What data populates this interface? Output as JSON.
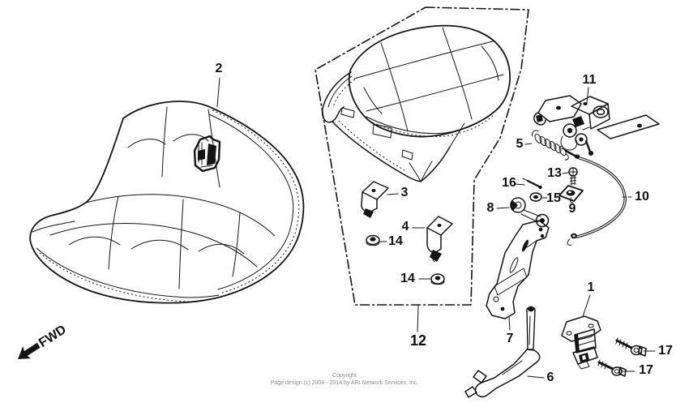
{
  "diagram": {
    "fwd_label": "FWD",
    "ink_color": "#141414",
    "parts": [
      {
        "num": "2"
      },
      {
        "num": "11"
      },
      {
        "num": "5"
      },
      {
        "num": "3"
      },
      {
        "num": "16"
      },
      {
        "num": "13"
      },
      {
        "num": "15"
      },
      {
        "num": "9"
      },
      {
        "num": "8"
      },
      {
        "num": "10"
      },
      {
        "num": "4"
      },
      {
        "num": "14"
      },
      {
        "num": "14"
      },
      {
        "num": "12"
      },
      {
        "num": "7"
      },
      {
        "num": "6"
      },
      {
        "num": "1"
      },
      {
        "num": "17"
      },
      {
        "num": "17"
      }
    ]
  },
  "footer": {
    "line1": "Copyright",
    "line2": "Page design (c) 2004 - 2014 by ARI Network Services, Inc."
  }
}
